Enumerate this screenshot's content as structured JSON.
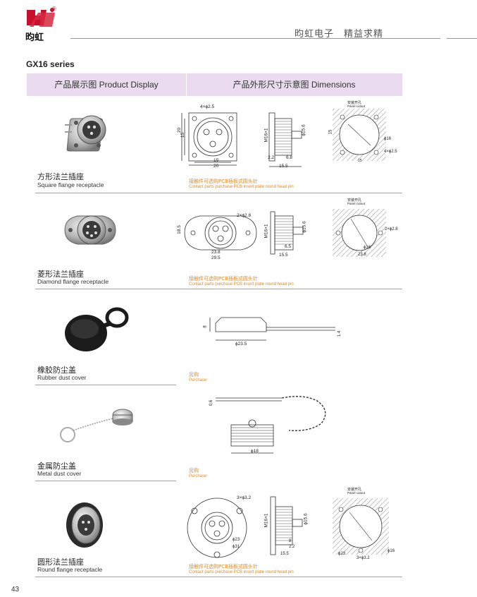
{
  "header": {
    "brand_word": "昀虹",
    "registered_mark": "®",
    "slogan": "昀虹电子　精益求精"
  },
  "series_title": "GX16 series",
  "table_header": {
    "product_display": "产品展示图  Product Display",
    "dimensions": "产品外形尺寸示意图  Dimensions"
  },
  "rows": [
    {
      "name_cn": "方形法兰插座",
      "name_en": "Square flange receptacle",
      "note_cn": "接触件可选购PCB插板式圆头针",
      "note_en": "Contact parts purchase PCB insert plate round head pin",
      "dims": {
        "holes": "4×ϕ2.5",
        "w_outer": "20",
        "w_inner": "15",
        "h_outer": "20",
        "h_inner": "15",
        "thread": "M16×1",
        "dia": "ϕ15.6",
        "d1": "2.2",
        "d2": "6.8",
        "len": "15.5",
        "panel_cn": "安装开孔",
        "panel_en": "Panel cutout",
        "cut_dia": "ϕ16",
        "cut_holes": "4×ϕ2.5",
        "cut_side": "15",
        "cut_w": "15"
      }
    },
    {
      "name_cn": "菱形法兰插座",
      "name_en": "Diamond flange receptacle",
      "note_cn": "接触件可选购PCB插板式圆头针",
      "note_en": "Contact parts purchase PCB insert plate round head pin",
      "dims": {
        "holes": "2×ϕ2.8",
        "h": "18.5",
        "w_inner": "23.8",
        "w_outer": "29.5",
        "thread": "M16×1",
        "dia": "ϕ15.6",
        "d1": "6.5",
        "len": "15.5",
        "panel_cn": "安装开孔",
        "panel_en": "Panel cutout",
        "cut_holes": "2×ϕ2.8",
        "cut_dia": "ϕ16",
        "cut_w": "23.8"
      }
    },
    {
      "name_cn": "橡胶防尘盖",
      "name_en": "Rubber dust cover",
      "note_cn": "另购",
      "note_en": "Purchase",
      "dims": {
        "h": "8",
        "dia": "ϕ23.5",
        "t": "1.4"
      }
    },
    {
      "name_cn": "金属防尘盖",
      "name_en": "Metal dust cover",
      "note_cn": "另购",
      "note_en": "Purchase",
      "dims": {
        "t": "0.6",
        "dia": "ϕ18"
      }
    },
    {
      "name_cn": "圆形法兰插座",
      "name_en": "Round flange receptacle",
      "note_cn": "接触件可选购PCB插板式圆头针",
      "note_en": "Contact parts purchase PCB insert plate round head pin",
      "dims": {
        "holes": "3×ϕ3.2",
        "d_in": "ϕ23",
        "d_out": "ϕ31",
        "thread": "M16×1",
        "dia": "ϕ15.6",
        "d1": "8",
        "d2": "2.2",
        "len": "15.5",
        "panel_cn": "安装开孔",
        "panel_en": "Panel cutout",
        "cut_dia": "ϕ16",
        "cut_holes": "3×ϕ3.2",
        "cut_pcd": "ϕ23"
      }
    }
  ],
  "page_number": "43",
  "colors": {
    "header_band": "#eadcee",
    "row_rule": "#c88ac6",
    "note_orange": "#e08a1e",
    "brand_red": "#c8102e"
  }
}
